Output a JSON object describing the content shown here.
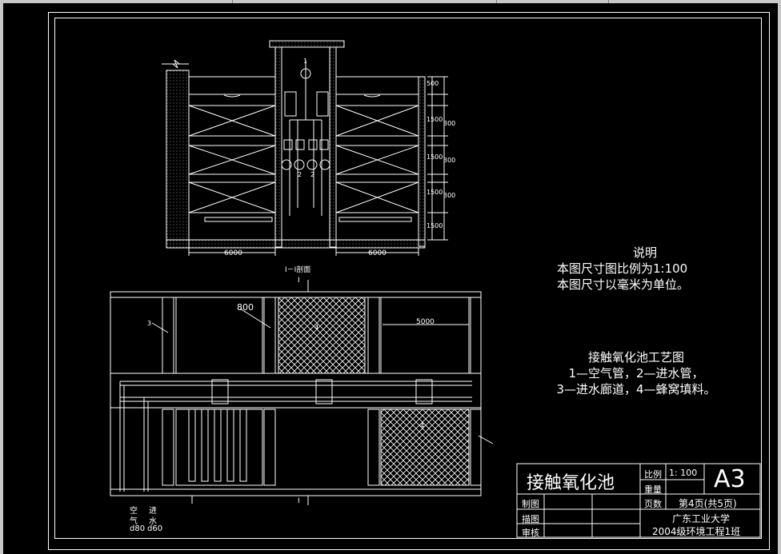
{
  "colors": {
    "background": "#000000",
    "lines": "#ffffff",
    "chrome": "#c8c8c8"
  },
  "section_view": {
    "caption": "I－I剖面",
    "dim_left": "6000",
    "dim_right": "6000",
    "vertical_dims": [
      "500",
      "1500",
      "300",
      "1500",
      "300",
      "1500",
      "300",
      "1500"
    ],
    "pipe_labels": [
      "1",
      "2",
      "2"
    ]
  },
  "plan_view": {
    "section_mark": "I",
    "label_800": "800",
    "label_5000": "5000",
    "label_3": "3",
    "label_4": "4",
    "bottom_labels": {
      "air": "空\n气\nd80",
      "water": "进\n水\nd60",
      "air_line1": "空",
      "air_line2": "气",
      "air_size": "d80",
      "water_line1": "进",
      "water_line2": "水",
      "water_size": "d60"
    }
  },
  "notes": {
    "title": "说明",
    "line1": "本图尺寸图比例为1:100",
    "line2": "本图尺寸以毫米为单位。"
  },
  "legend": {
    "title": "接触氧化池工艺图",
    "line1": "1—空气管，2—进水管，",
    "line2": "3—进水廊道，4—蜂窝填料。"
  },
  "title_block": {
    "drawing_name": "接触氧化池",
    "scale_label": "比例",
    "scale_value": "1: 100",
    "weight_label": "重量",
    "sheet_size": "A3",
    "page_label": "页数",
    "page_value": "第4页(共5页)",
    "row_draw": "制图",
    "row_trace": "描图",
    "row_check": "审核",
    "school": "广东工业大学",
    "class": "2004级环境工程1班"
  }
}
